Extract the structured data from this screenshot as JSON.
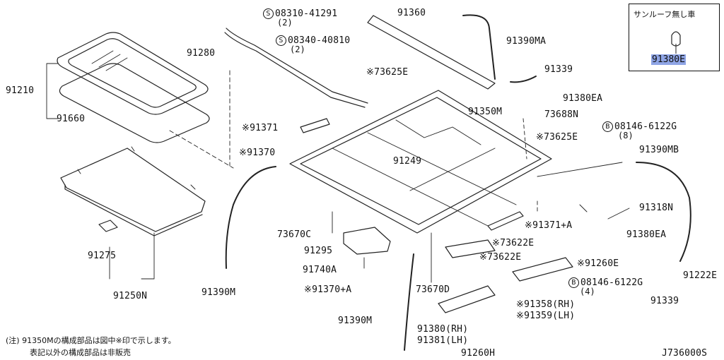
{
  "labels": {
    "p91210": "91210",
    "p91660": "91660",
    "p91280": "91280",
    "p08310": "08310-41291",
    "p08310_qty": "(2)",
    "p08340": "08340-40810",
    "p08340_qty": "(2)",
    "p91360": "91360",
    "p91390MA": "91390MA",
    "p91339_top": "91339",
    "p91380EA_top": "91380EA",
    "p73625E_top": "73625E",
    "p91350M": "91350M",
    "p73688N": "73688N",
    "p08146_top": "08146-6122G",
    "p08146_top_qty": "(8)",
    "p73625E_right": "73625E",
    "p91371": "91371",
    "p91370": "91370",
    "p91249": "91249",
    "p91390MB": "91390MB",
    "p91318N": "91318N",
    "p73670C": "73670C",
    "p91371A": "91371+A",
    "p91295": "91295",
    "p73622E_1": "73622E",
    "p73622E_2": "73622E",
    "p91380EA_right": "91380EA",
    "p91740A": "91740A",
    "p91260E": "91260E",
    "p91222E": "91222E",
    "p91275": "91275",
    "p91250N": "91250N",
    "p91390M_left": "91390M",
    "p91370A": "91370+A",
    "p73670D": "73670D",
    "p08146_bot": "08146-6122G",
    "p08146_bot_qty": "(4)",
    "p91339_bot": "91339",
    "p91358": "91358(RH)",
    "p91359": "91359(LH)",
    "p91390M_bot": "91390M",
    "p91380": "91380(RH)",
    "p91381": "91381(LH)",
    "p91260H": "91260H",
    "diagram_code": "J736000S"
  },
  "marks": {
    "star": "※",
    "circle_s": "S",
    "circle_b": "B"
  },
  "inset": {
    "title": "サンルーフ無し車",
    "part": "91380E"
  },
  "notes": {
    "line1": "(注) 91350Mの構成部品は図中※印で示します。",
    "line2": "表記以外の構成部品は非販売"
  }
}
